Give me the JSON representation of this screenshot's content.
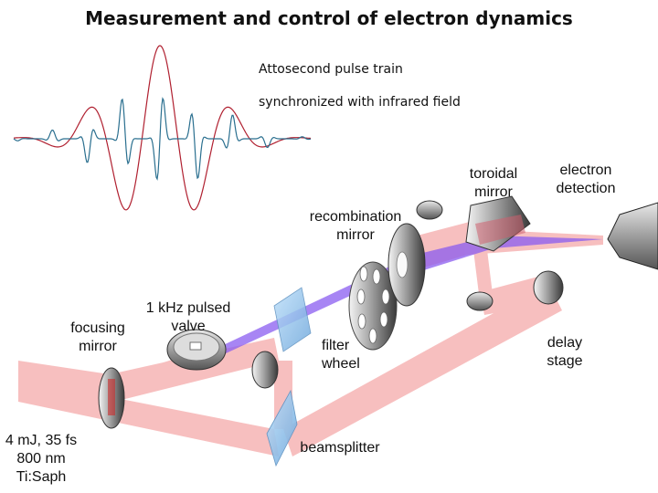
{
  "title": "Measurement and control of electron dynamics",
  "captions": {
    "line1": "Attosecond pulse train",
    "line2": "synchronized with infrared field"
  },
  "labels": {
    "toroidal_mirror": "toroidal\nmirror",
    "electron_detection": "electron\ndetection",
    "recombination_mirror": "recombination\nmirror",
    "pulsed_valve": "1 kHz pulsed\nvalve",
    "focusing_mirror": "focusing\nmirror",
    "filter_wheel": "filter\nwheel",
    "delay_stage": "delay\nstage",
    "laser_source": "4 mJ, 35 fs\n800 nm\nTi:Saph",
    "beamsplitter": "beamsplitter"
  },
  "colors": {
    "ir_field": "#b02030",
    "attosecond_train": "#2a6f8f",
    "ir_beam": "#f08080",
    "xuv_beam": "#8a5cf0",
    "optic_glass": "#9cc9ee"
  }
}
